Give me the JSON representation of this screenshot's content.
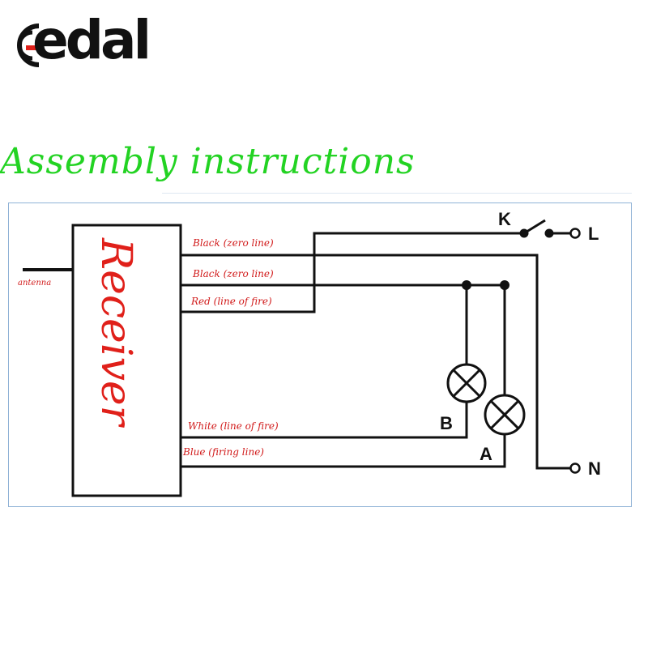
{
  "logo": {
    "text": "edal",
    "color": "#111111",
    "accent": "#e0201a"
  },
  "title": {
    "text": "Assembly instructions",
    "color": "#23d323"
  },
  "diagram": {
    "receiver": "Receiver",
    "antenna": "antenna",
    "wires": {
      "black_top": "Black (zero line)",
      "black_mid": "Black (zero line)",
      "red": "Red (line of fire)",
      "white": "White (line of fire)",
      "blue": "Blue (firing line)"
    },
    "terminals": {
      "k": "K",
      "l": "L",
      "n": "N",
      "a": "A",
      "b": "B"
    },
    "colors": {
      "label": "#d11a1a",
      "receiver_text": "#e0201a",
      "wire": "#111111"
    }
  }
}
